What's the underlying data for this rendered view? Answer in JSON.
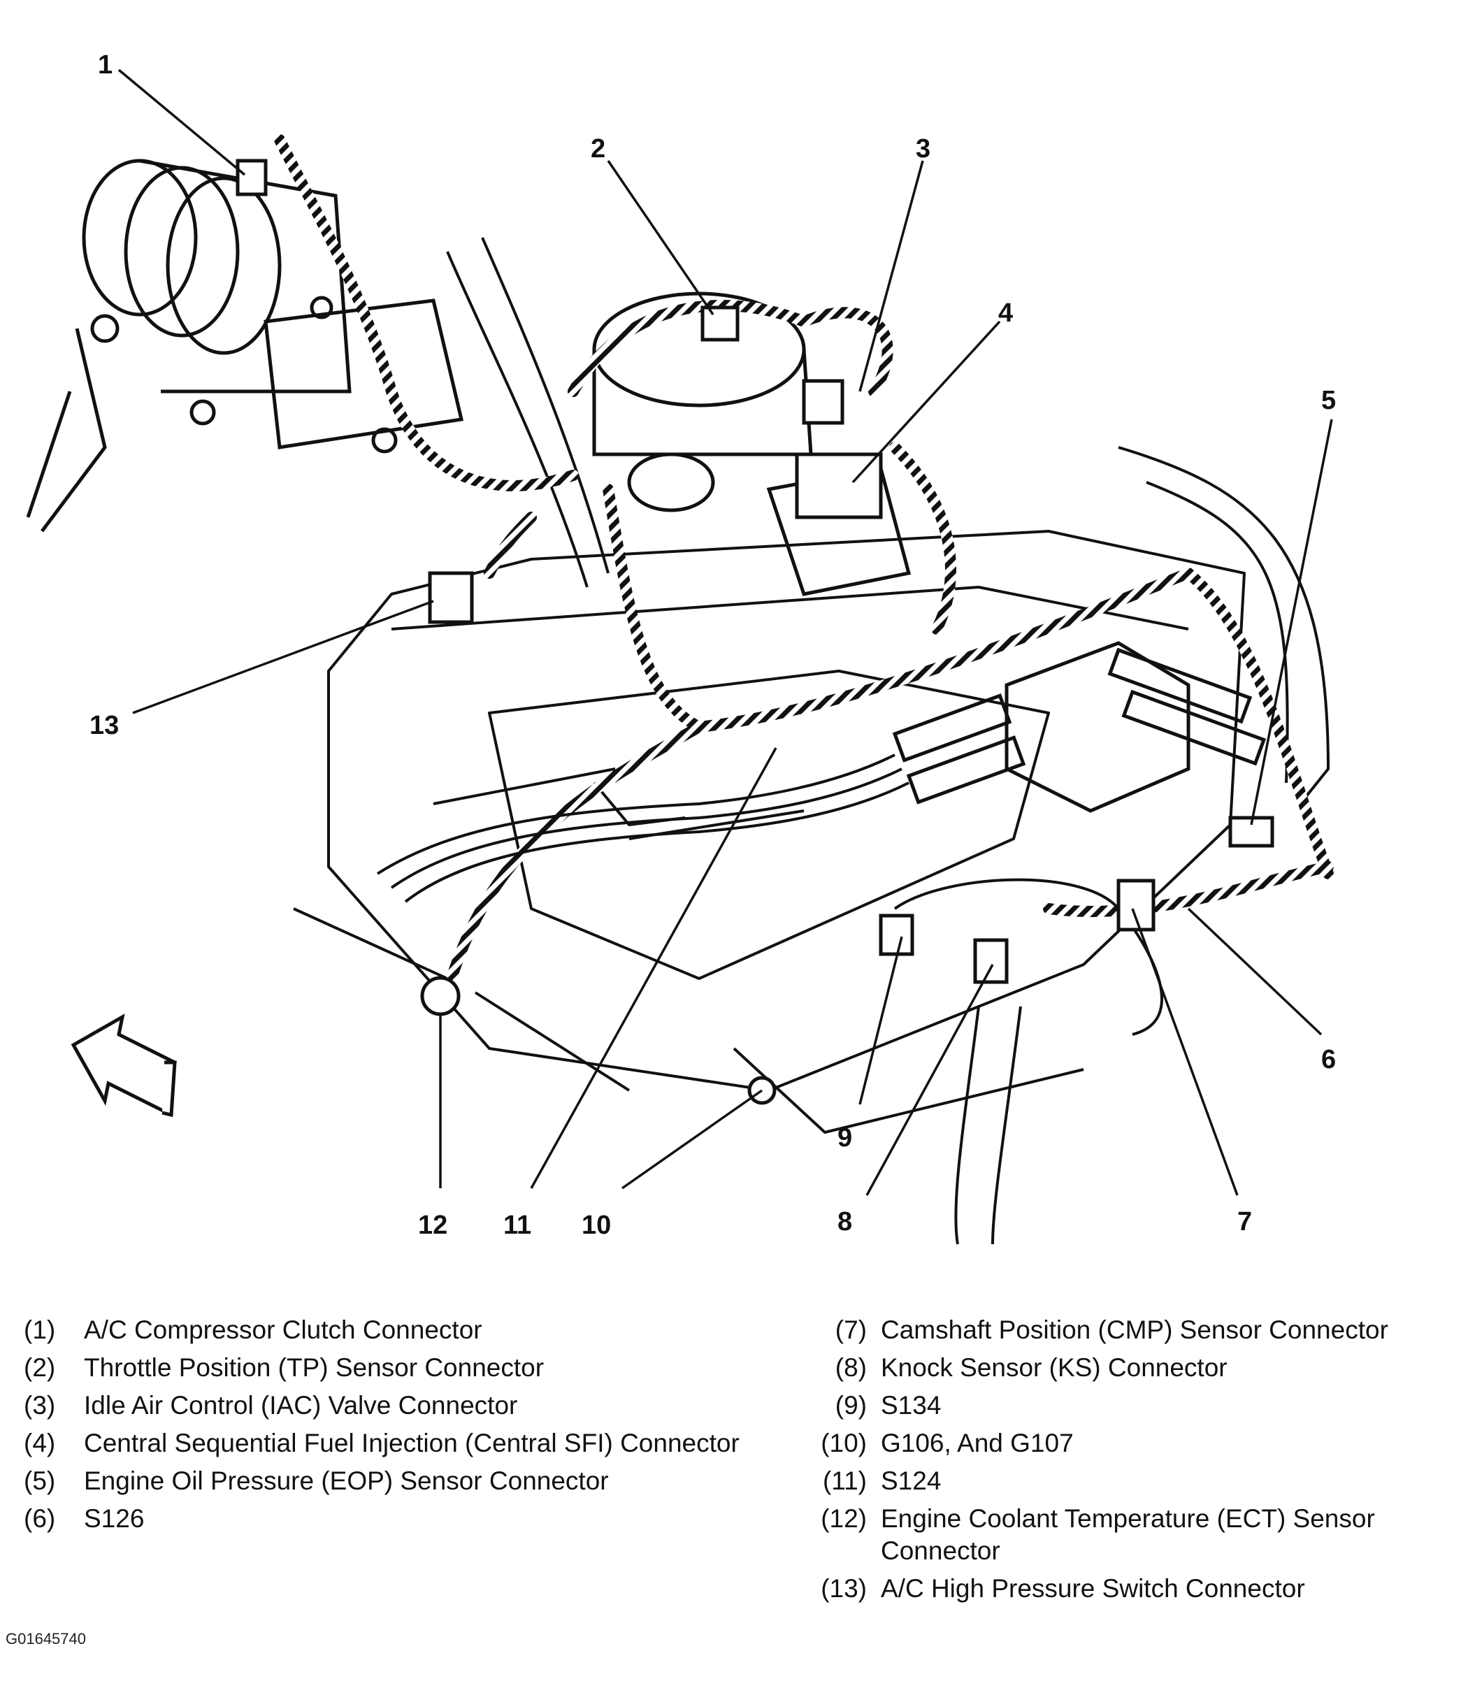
{
  "callouts": [
    "1",
    "2",
    "3",
    "4",
    "5",
    "6",
    "7",
    "8",
    "9",
    "10",
    "11",
    "12",
    "13"
  ],
  "legend": {
    "left": [
      {
        "num": "(1)",
        "text": "A/C Compressor Clutch Connector"
      },
      {
        "num": "(2)",
        "text": "Throttle Position (TP) Sensor Connector"
      },
      {
        "num": "(3)",
        "text": "Idle Air Control (IAC) Valve Connector"
      },
      {
        "num": "(4)",
        "text": "Central Sequential Fuel Injection (Central SFI) Connector"
      },
      {
        "num": "(5)",
        "text": "Engine Oil Pressure (EOP) Sensor Connector"
      },
      {
        "num": "(6)",
        "text": "S126"
      }
    ],
    "right": [
      {
        "num": "(7)",
        "text": "Camshaft Position (CMP) Sensor Connector"
      },
      {
        "num": "(8)",
        "text": "Knock Sensor (KS) Connector"
      },
      {
        "num": "(9)",
        "text": "S134"
      },
      {
        "num": "(10)",
        "text": "G106, And G107"
      },
      {
        "num": "(11)",
        "text": "S124"
      },
      {
        "num": "(12)",
        "text": "Engine Coolant Temperature (ECT) Sensor Connector"
      },
      {
        "num": "(13)",
        "text": "A/C High Pressure Switch Connector"
      }
    ]
  },
  "figure_id": "G01645740"
}
